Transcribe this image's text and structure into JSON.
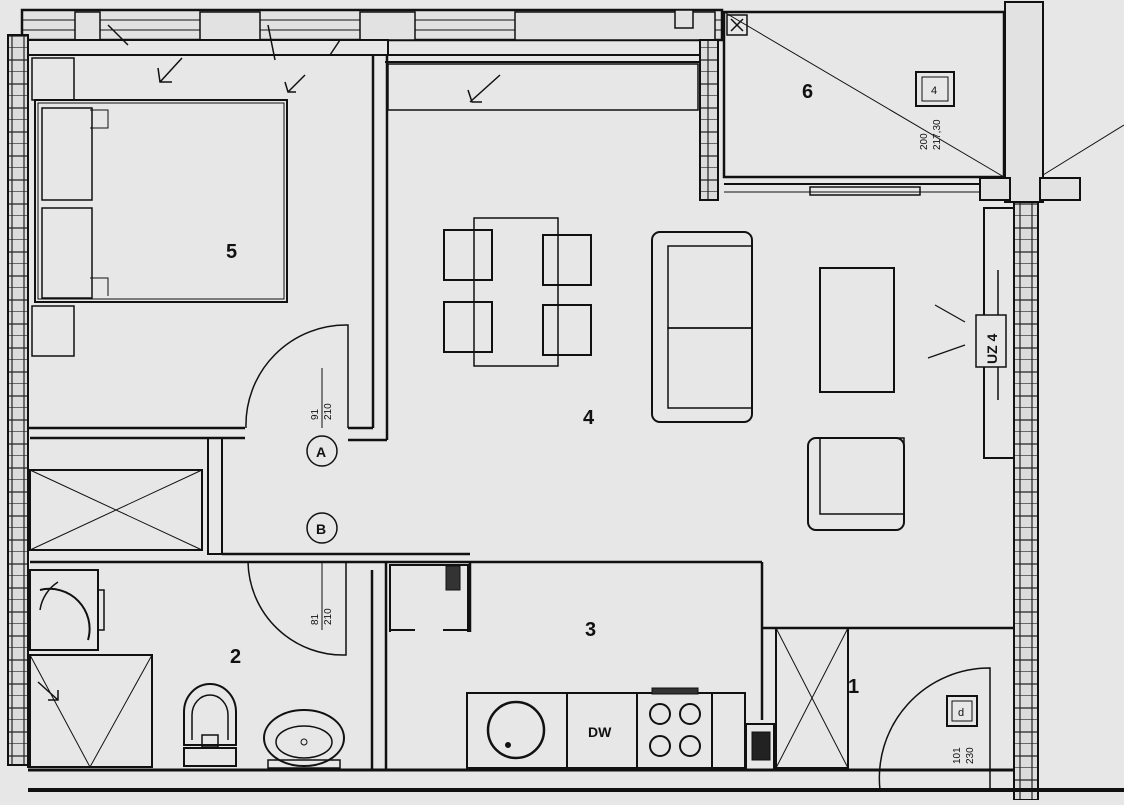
{
  "rooms": {
    "r1": "1",
    "r2": "2",
    "r3": "3",
    "r4": "4",
    "r5": "5",
    "r6": "6"
  },
  "doors": {
    "a": {
      "mark": "A",
      "width": "91",
      "height": "210"
    },
    "b": {
      "mark": "B",
      "width": "81",
      "height": "210"
    },
    "entry": {
      "mark": "d",
      "width": "101",
      "height": "230"
    },
    "balcony": {
      "mark": "4",
      "width": "200",
      "height": "217,30"
    }
  },
  "appliances": {
    "dishwasher": "DW"
  },
  "radiator": {
    "label": "UZ 4"
  }
}
